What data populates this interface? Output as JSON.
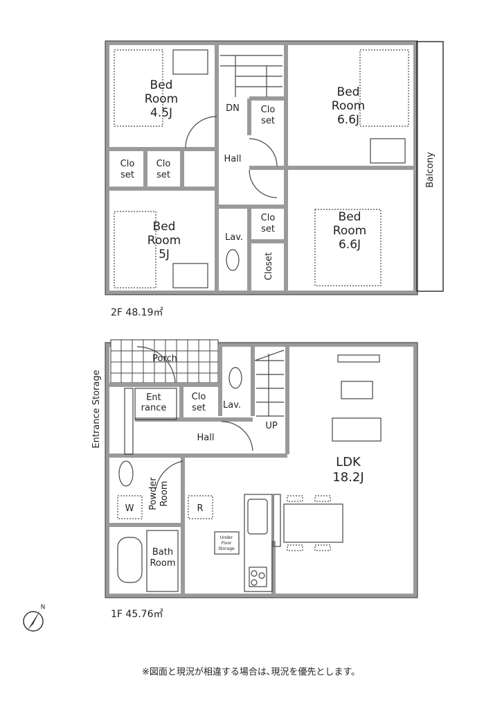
{
  "floor2": {
    "area_label": "2F 48.19㎡",
    "rooms": {
      "bed_a": [
        "Bed",
        "Room",
        "4.5J"
      ],
      "bed_b": [
        "Bed",
        "Room",
        "6.6J"
      ],
      "bed_c": [
        "Bed",
        "Room",
        "5J"
      ],
      "bed_d": [
        "Bed",
        "Room",
        "6.6J"
      ],
      "dn": "DN",
      "hall": "Hall",
      "lav": "Lav.",
      "closet": "Closet",
      "closet_split": [
        "Clo",
        "set"
      ],
      "balcony": "Balcony"
    }
  },
  "floor1": {
    "area_label": "1F 45.76㎡",
    "rooms": {
      "porch": "Porch",
      "entrance": [
        "Ent",
        "rance"
      ],
      "entrance_storage": "Entrance Storage",
      "closet_split": [
        "Clo",
        "set"
      ],
      "lav": "Lav.",
      "up": "UP",
      "hall": "Hall",
      "ldk": [
        "LDK",
        "18.2J"
      ],
      "powder": [
        "Powder",
        "Room"
      ],
      "bath": [
        "Bath",
        "Room"
      ],
      "washer": "W",
      "fridge": "R",
      "under_floor": [
        "Under",
        "Floor",
        "Storage"
      ]
    }
  },
  "compass": {
    "label": "N"
  },
  "note": "※図面と現況が相違する場合は､現況を優先とします。"
}
